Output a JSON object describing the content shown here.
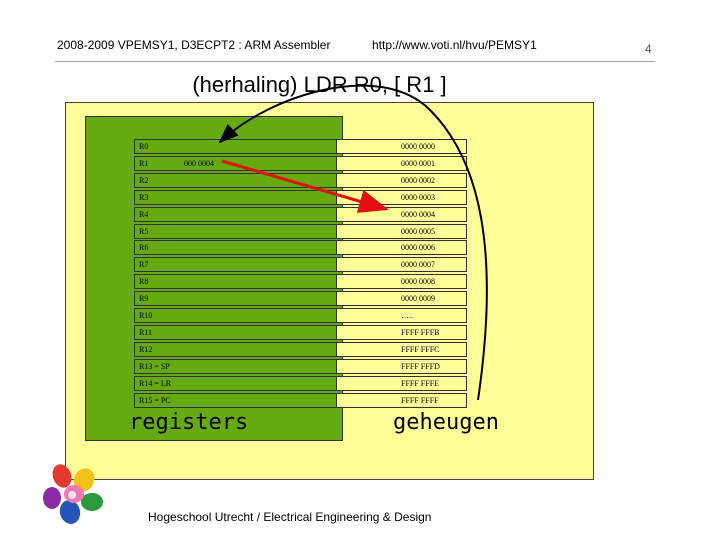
{
  "header": {
    "left": "2008-2009 VPEMSY1, D3ECPT2 : ARM Assembler",
    "url": "http://www.voti.nl/hvu/PEMSY1",
    "page": "4"
  },
  "title": "(herhaling) LDR R0, [ R1 ]",
  "rows": [
    {
      "reg": "R0",
      "reg_value": "",
      "mem": "0000 0000"
    },
    {
      "reg": "R1",
      "reg_value": "000 0004",
      "mem": "0000 0001"
    },
    {
      "reg": "R2",
      "reg_value": "",
      "mem": "0000 0002"
    },
    {
      "reg": "R3",
      "reg_value": "",
      "mem": "0000 0003"
    },
    {
      "reg": "R4",
      "reg_value": "",
      "mem": "0000 0004"
    },
    {
      "reg": "R5",
      "reg_value": "",
      "mem": "0000 0005"
    },
    {
      "reg": "R6",
      "reg_value": "",
      "mem": "0000 0006"
    },
    {
      "reg": "R7",
      "reg_value": "",
      "mem": "0000 0007"
    },
    {
      "reg": "R8",
      "reg_value": "",
      "mem": "0000 0008"
    },
    {
      "reg": "R9",
      "reg_value": "",
      "mem": "0000 0009"
    },
    {
      "reg": "R10",
      "reg_value": "",
      "mem": "….."
    },
    {
      "reg": "R11",
      "reg_value": "",
      "mem": "FFFF FFFB"
    },
    {
      "reg": "R12",
      "reg_value": "",
      "mem": "FFFF FFFC"
    },
    {
      "reg": "R13 = SP",
      "reg_value": "",
      "mem": "FFFF FFFD"
    },
    {
      "reg": "R14 = LR",
      "reg_value": "",
      "mem": "FFFF FFFE"
    },
    {
      "reg": "R15 = PC",
      "reg_value": "",
      "mem": "FFFF FFFF"
    }
  ],
  "captions": {
    "registers": "registers",
    "memory": "geheugen"
  },
  "footer": "Hogeschool Utrecht / Electrical Engineering & Design",
  "colors": {
    "panel": "#ffff99",
    "registers": "#66aa11",
    "pointer_arrow": "#e01010",
    "load_arrow": "#000000"
  },
  "icons": {
    "logo": "flower-logo-icon"
  }
}
